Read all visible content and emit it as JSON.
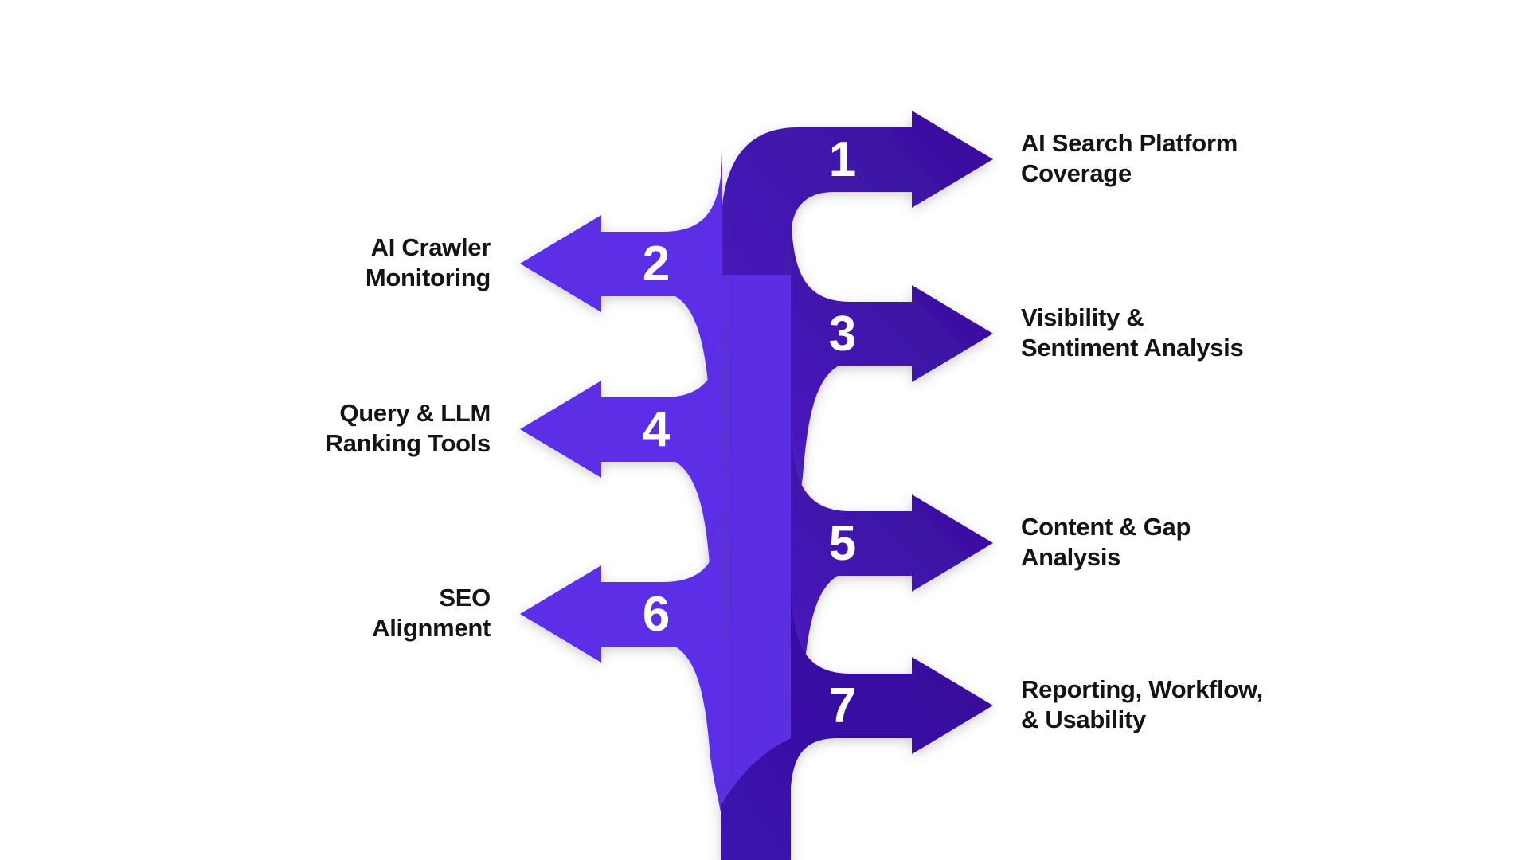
{
  "diagram": {
    "type": "branching-arrow-tree",
    "background": "#ffffff"
  },
  "colors": {
    "branch_dark_head": "#380F9B",
    "branch_dark_tail": "#4A1BC2",
    "branch_dark_bottom": "#3A12AE",
    "branch_light": "#5B2EE6",
    "trunk": "#5B2EE6",
    "label_text": "#141414",
    "number_text": "#ffffff"
  },
  "items": [
    {
      "number": "1",
      "side": "right",
      "label_lines": [
        "AI Search Platform",
        "Coverage"
      ]
    },
    {
      "number": "2",
      "side": "left",
      "label_lines": [
        "AI Crawler",
        "Monitoring"
      ]
    },
    {
      "number": "3",
      "side": "right",
      "label_lines": [
        "Visibility &",
        "Sentiment Analysis"
      ]
    },
    {
      "number": "4",
      "side": "left",
      "label_lines": [
        "Query & LLM",
        "Ranking Tools"
      ]
    },
    {
      "number": "5",
      "side": "right",
      "label_lines": [
        "Content & Gap",
        "Analysis"
      ]
    },
    {
      "number": "6",
      "side": "left",
      "label_lines": [
        "SEO",
        "Alignment"
      ]
    },
    {
      "number": "7",
      "side": "right",
      "label_lines": [
        "Reporting, Workflow,",
        "& Usability"
      ]
    }
  ]
}
